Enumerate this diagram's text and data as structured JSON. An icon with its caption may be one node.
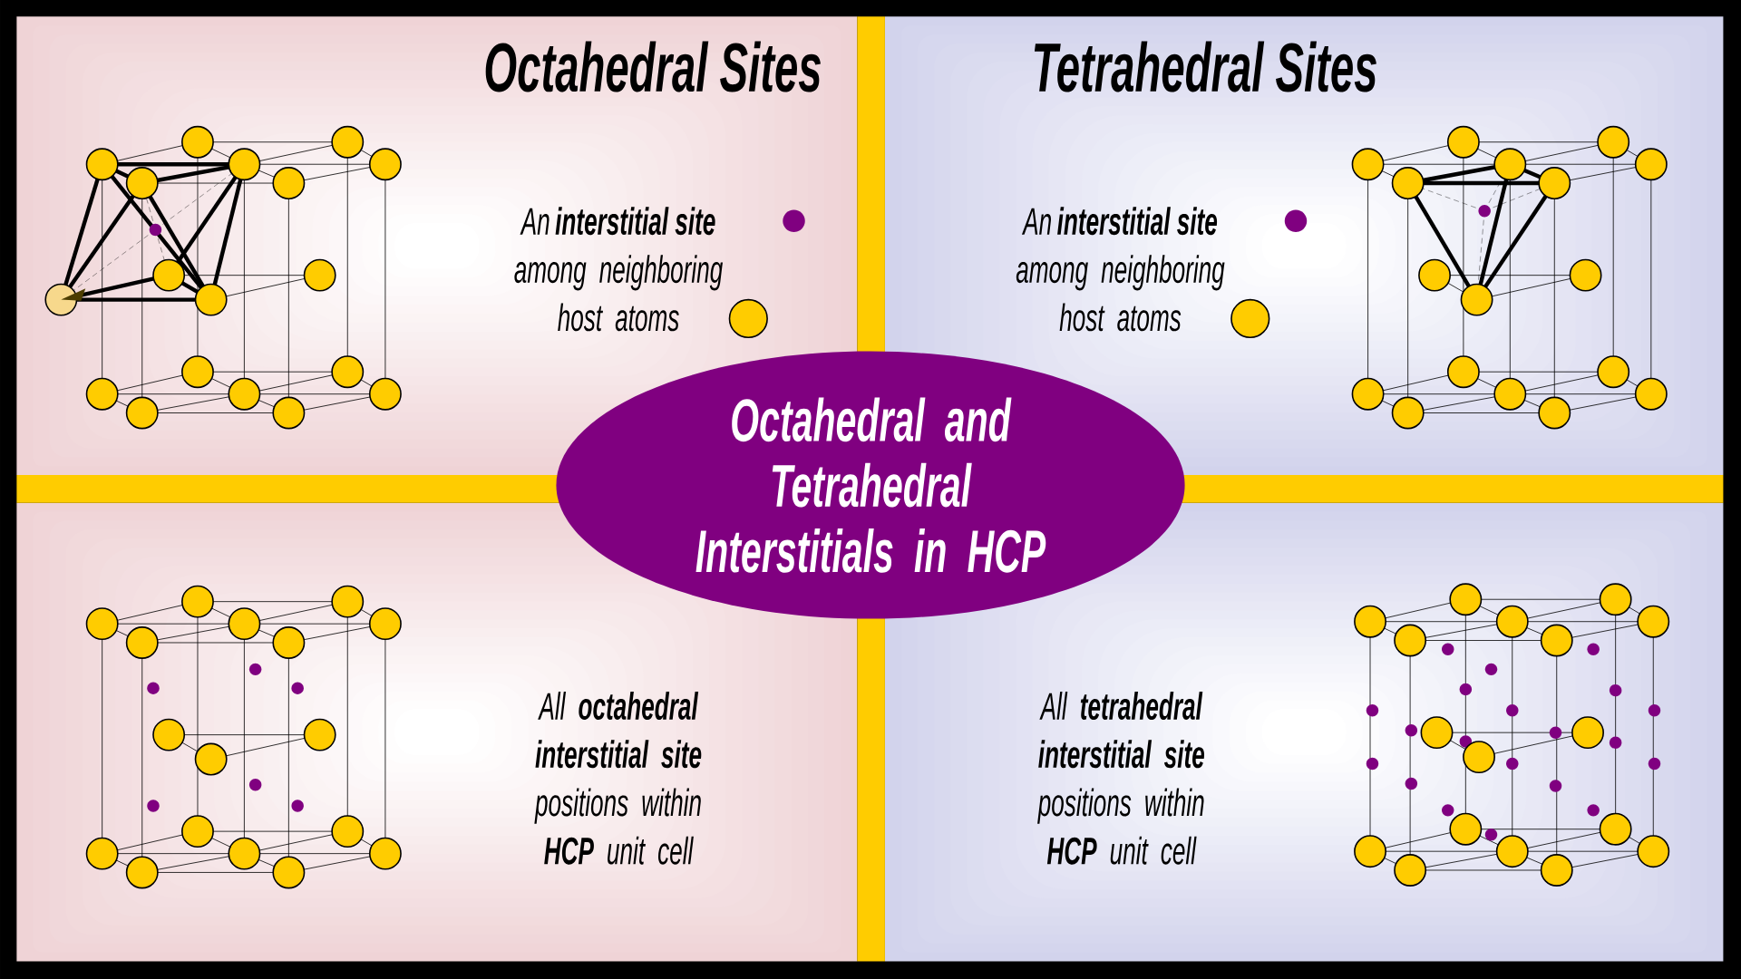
{
  "diagram": {
    "nodes": [
      {
        "text": [
          "Octahedral and Tetrahedral Interstitials in HCP"
        ]
      }
    ],
    "labels": [
      "Octahedral Sites",
      "Tetrahedral Sites",
      "All **octahedral interstitial site** positions within **HCP** unit cell",
      "All **tetrahedral interstitial site** positions within **HCP** unit cell"
    ],
    "legend": [
      {
        "text": "An **interstitial site**",
        "color": "#800080"
      },
      {
        "text": "among neighboring host atoms",
        "color": "#ffcc00"
      },
      {
        "text": "An **interstitial site**",
        "color": "#800080"
      },
      {
        "text": "among neighboring host atoms",
        "color": "#ffcc00"
      }
    ]
  }
}
